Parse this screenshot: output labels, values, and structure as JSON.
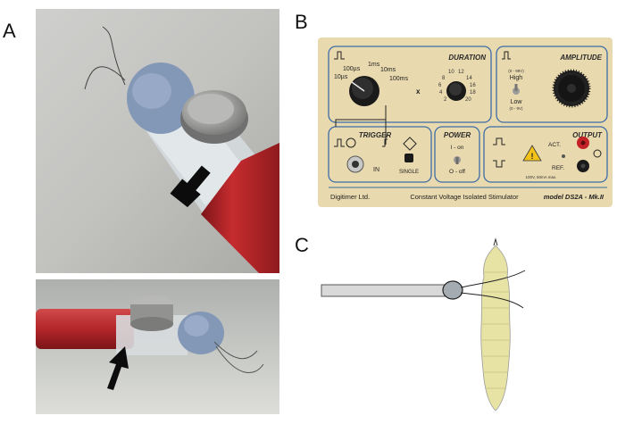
{
  "panels": {
    "a": "A",
    "b": "B",
    "c": "C"
  },
  "stimulator": {
    "duration_title": "DURATION",
    "amplitude_title": "AMPLITUDE",
    "trigger_title": "TRIGGER",
    "power_title": "POWER",
    "output_title": "OUTPUT",
    "range_labels": [
      "10µs",
      "100µs",
      "1ms",
      "10ms",
      "100ms"
    ],
    "multiplier": "x",
    "dial_numbers": [
      "2",
      "4",
      "6",
      "8",
      "10",
      "12",
      "14",
      "16",
      "18",
      "20"
    ],
    "amp_high_range": "(0 - 99V)",
    "amp_high": "High",
    "amp_low": "Low",
    "amp_low_range": "(0 - 9V)",
    "trigger_in": "IN",
    "trigger_single": "SINGLE",
    "power_on": "I - on",
    "power_off": "O - off",
    "act": "ACT.",
    "ref": "REF.",
    "spec": "100V, 50mA max.",
    "brand": "Digitimer Ltd.",
    "product": "Constant Voltage Isolated Stimulator",
    "model": "model DS2A - Mk.II"
  },
  "colors": {
    "panel_face": "#e9d9ae",
    "panel_line": "#3d6da5",
    "silicone": "#8397b7",
    "red_tube": "#b8262a",
    "larva": "#e7e3a4",
    "capillary": "#d9d9d9"
  }
}
